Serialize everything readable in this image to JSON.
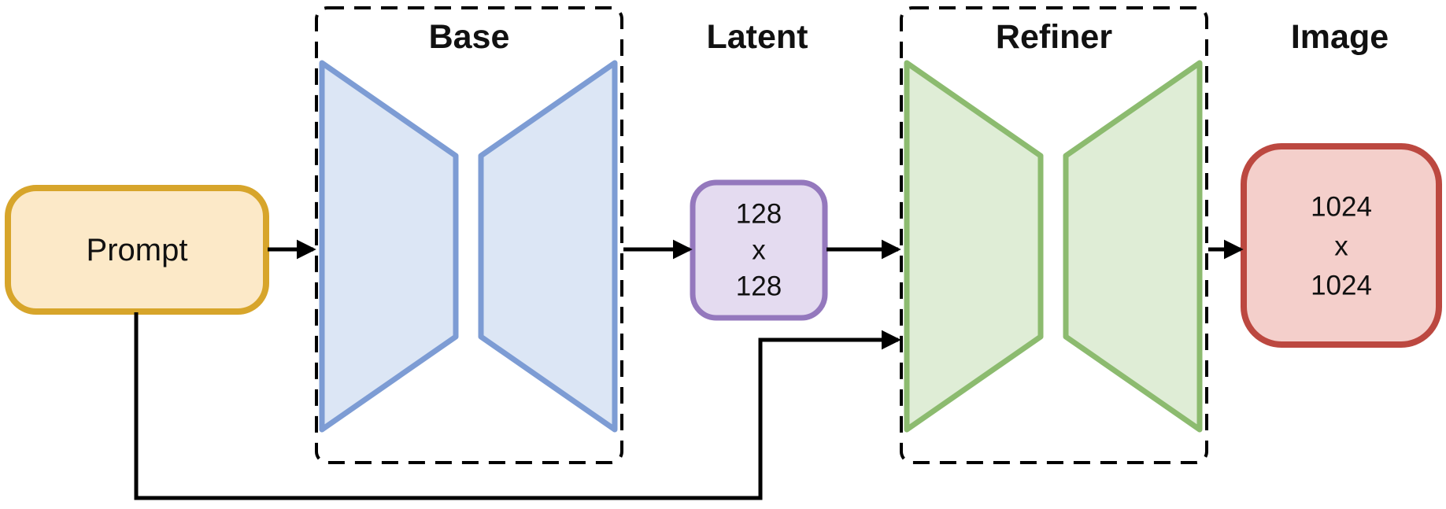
{
  "diagram": {
    "nodes": {
      "prompt": {
        "label": "Prompt"
      },
      "base": {
        "label": "Base"
      },
      "latent": {
        "label": "Latent",
        "line1": "128",
        "line2": "x",
        "line3": "128"
      },
      "refiner": {
        "label": "Refiner"
      },
      "image": {
        "label": "Image",
        "line1": "1024",
        "line2": "x",
        "line3": "1024"
      }
    },
    "edges": [
      {
        "from": "prompt",
        "to": "base"
      },
      {
        "from": "base",
        "to": "latent"
      },
      {
        "from": "latent",
        "to": "refiner"
      },
      {
        "from": "refiner",
        "to": "image"
      },
      {
        "from": "prompt",
        "to": "refiner"
      }
    ],
    "colors": {
      "prompt_border": "#D7A52B",
      "prompt_fill": "#FCE9C8",
      "base_border": "#7D9CD4",
      "base_fill": "#DCE6F5",
      "latent_border": "#9478BD",
      "latent_fill": "#E4DBF0",
      "refiner_border": "#8CBB6F",
      "refiner_fill": "#DFEDD6",
      "image_border": "#BC4840",
      "image_fill": "#F4CFCB",
      "line": "#000000"
    }
  }
}
